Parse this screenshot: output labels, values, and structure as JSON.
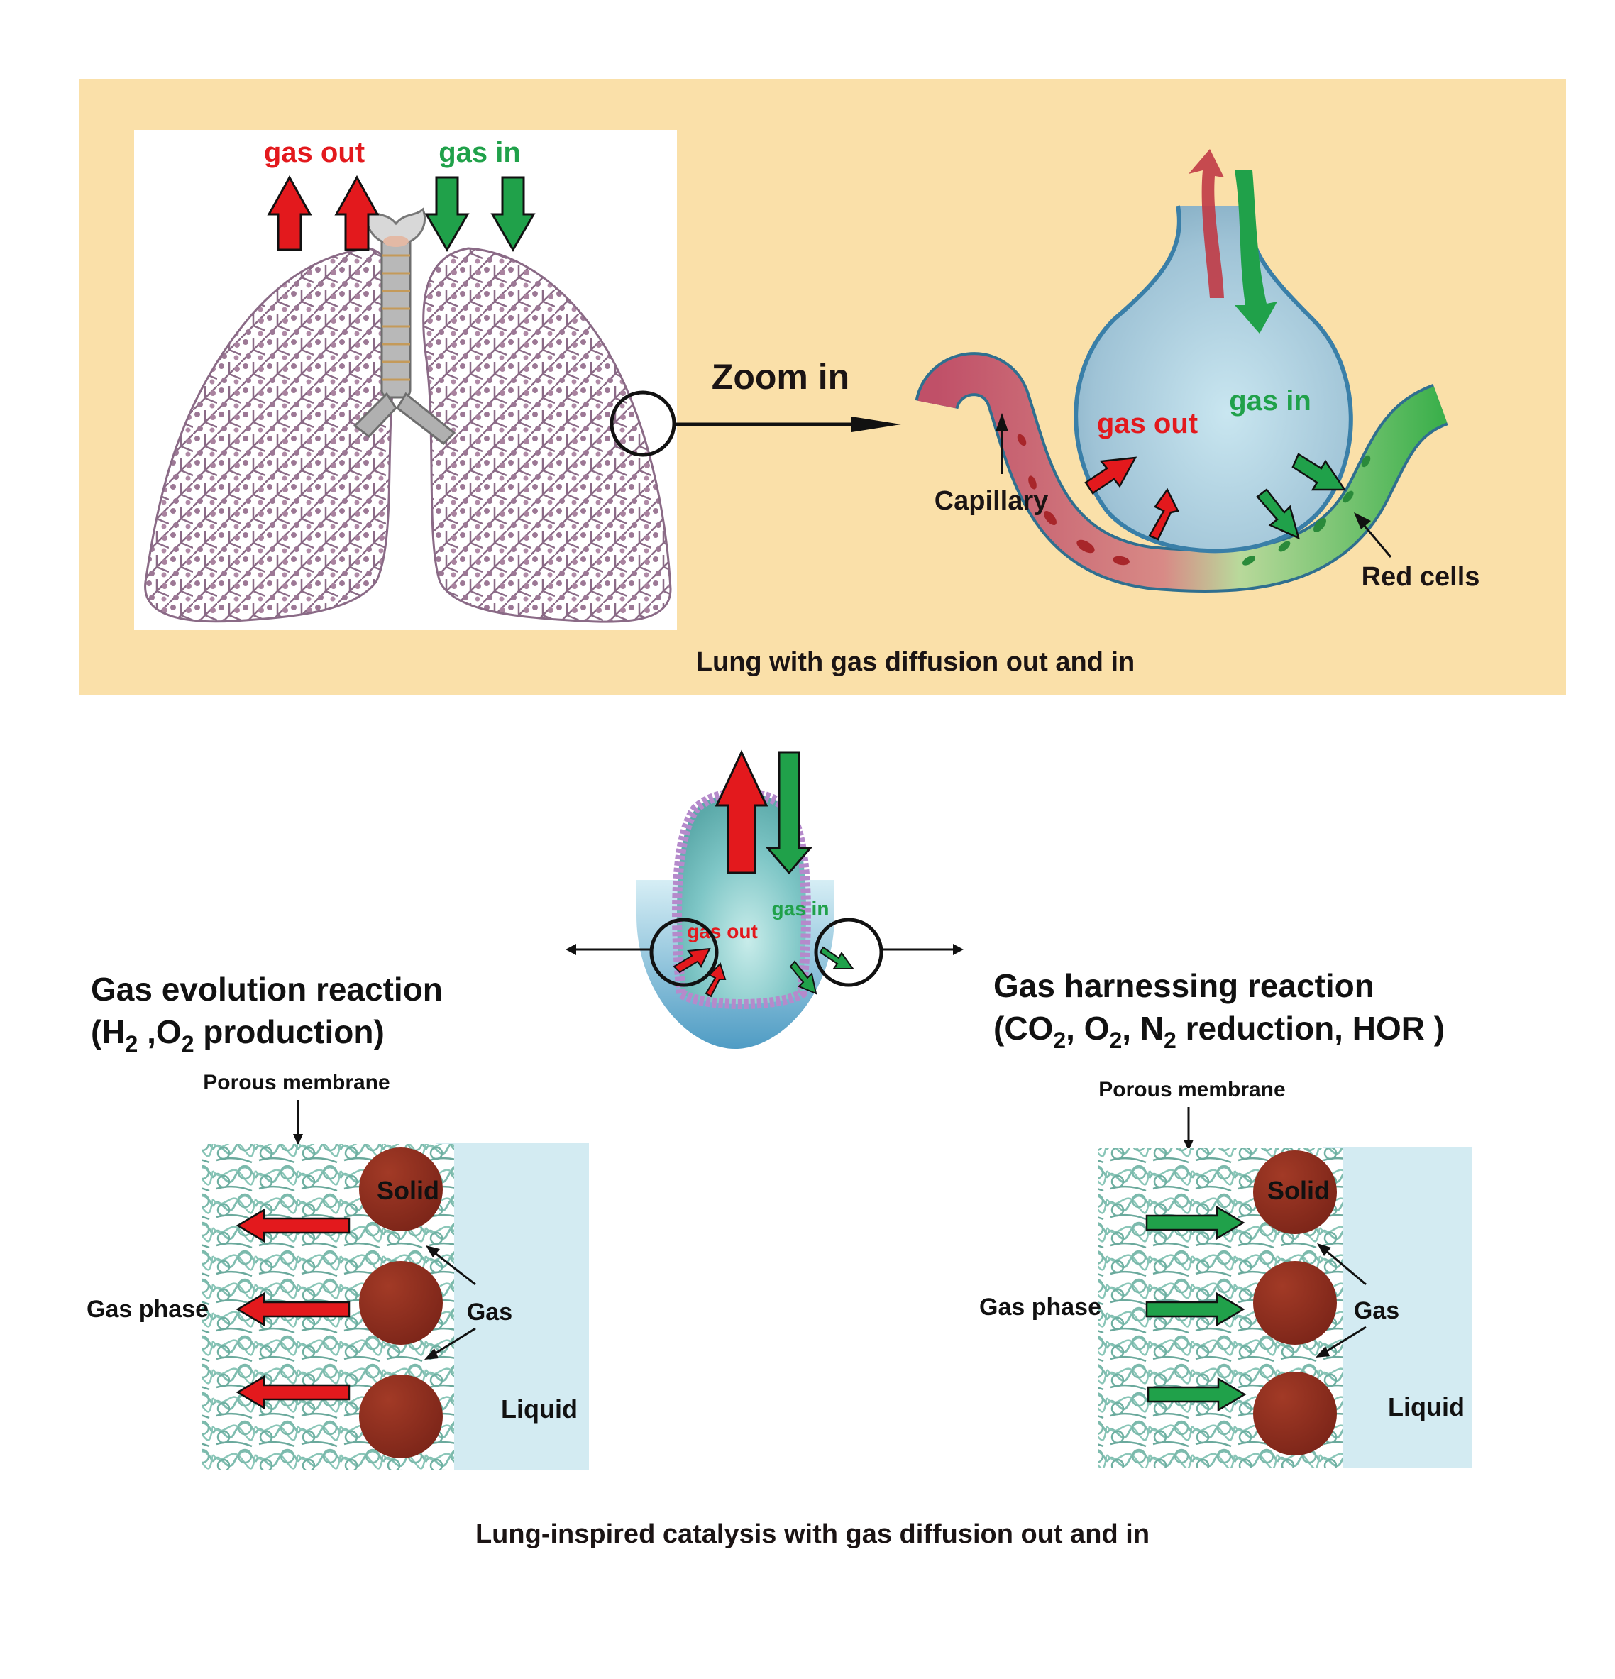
{
  "colors": {
    "panel_bg": "#fae0a9",
    "red": "#e3191d",
    "green": "#20a14a",
    "dark_red": "#c03a45",
    "solid_particle": "#8b2a1e",
    "liquid": "#d3ebf2",
    "membrane": "#6fb7a6",
    "alveolus": "#9fc7d9",
    "text": "#1b1414"
  },
  "top_panel": {
    "lung_illustration": {
      "gas_out_label": "gas out",
      "gas_in_label": "gas in"
    },
    "zoom_label": "Zoom in",
    "alveolus": {
      "gas_out_label": "gas out",
      "gas_in_label": "gas in",
      "capillary_label": "Capillary",
      "red_cells_label": "Red cells"
    },
    "caption": "Lung with gas diffusion out and in"
  },
  "bottom_panel": {
    "center_bubble": {
      "gas_out_label": "gas out",
      "gas_in_label": "gas in"
    },
    "left": {
      "title_line1": "Gas evolution reaction",
      "title_line2_parts": [
        "(H",
        "2",
        " ,O",
        "2",
        " production)"
      ],
      "membrane_label": "Porous membrane",
      "solid_label": "Solid",
      "gas_label": "Gas",
      "gas_phase_label": "Gas phase",
      "liquid_label": "Liquid"
    },
    "right": {
      "title_line1": "Gas harnessing reaction",
      "title_line2_parts": [
        "(CO",
        "2",
        ", O",
        "2",
        ", N",
        "2",
        " reduction, HOR )"
      ],
      "membrane_label": "Porous membrane",
      "solid_label": "Solid",
      "gas_label": "Gas",
      "gas_phase_label": "Gas phase",
      "liquid_label": "Liquid"
    },
    "caption": "Lung-inspired catalysis with gas diffusion out and in"
  }
}
